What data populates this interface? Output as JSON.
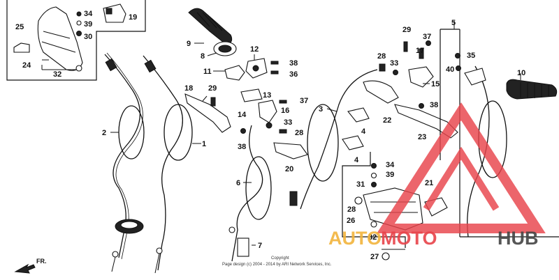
{
  "labels": {
    "p1": "1",
    "p2": "2",
    "p3": "3",
    "p4a": "4",
    "p4b": "4",
    "p5": "5",
    "p6": "6",
    "p7": "7",
    "p8": "8",
    "p9": "9",
    "p10": "10",
    "p11": "11",
    "p12": "12",
    "p13": "13",
    "p14": "14",
    "p15": "15",
    "p16": "16",
    "p17": "17",
    "p18": "18",
    "p19": "19",
    "p20": "20",
    "p21": "21",
    "p22": "22",
    "p23": "23",
    "p24": "24",
    "p25": "25",
    "p26": "26",
    "p27": "27",
    "p28a": "28",
    "p28b": "28",
    "p28c": "28",
    "p29a": "29",
    "p29b": "29",
    "p30": "30",
    "p31": "31",
    "p32a": "32",
    "p32b": "32",
    "p33a": "33",
    "p33b": "33",
    "p34a": "34",
    "p34b": "34",
    "p35": "35",
    "p36": "36",
    "p37a": "37",
    "p37b": "37",
    "p38a": "38",
    "p38b": "38",
    "p38c": "38",
    "p39a": "39",
    "p39b": "39",
    "p40": "40"
  },
  "copyright": {
    "line1": "Copyright",
    "line2": "Page design (c) 2004 - 2014 by ARI Network Services, Inc."
  },
  "direction": {
    "label": "FR."
  },
  "watermark": {
    "part1": "AUTO",
    "part2": "MOTO",
    "part3": "HUB"
  },
  "colors": {
    "ink": "#111111",
    "watermark_red": "#e8434a",
    "watermark_orange": "#f2b43c",
    "watermark_gray": "#444444"
  }
}
